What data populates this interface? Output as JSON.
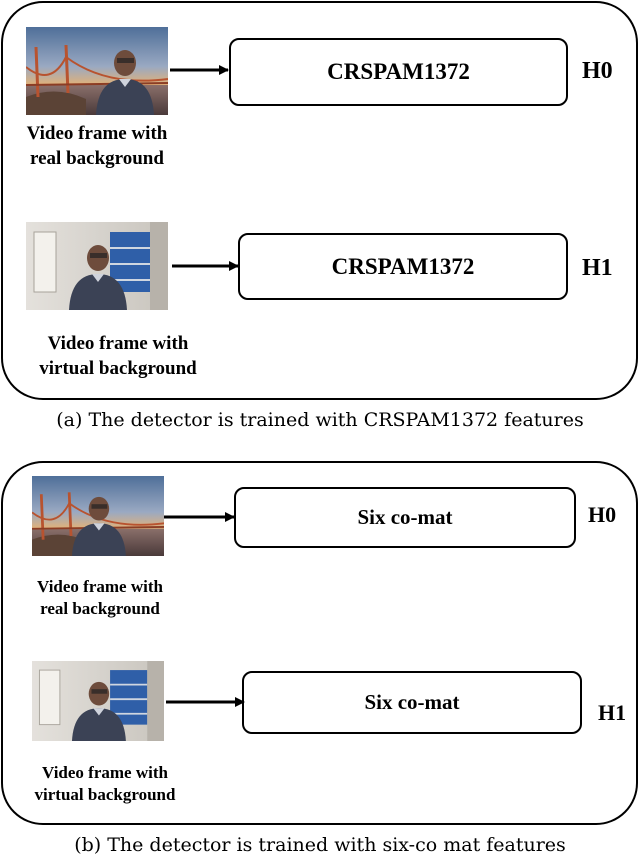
{
  "panel_a": {
    "caption": "(a) The detector is trained with CRSPAM1372 features",
    "real_frame_label": "Video frame with\nreal background",
    "virtual_frame_label": "Video frame with\nvirtual background",
    "real_feature": "CRSPAM1372",
    "virtual_feature": "CRSPAM1372",
    "real_hypothesis": "H0",
    "virtual_hypothesis": "H1"
  },
  "panel_b": {
    "caption": "(b) The detector is trained with six-co mat features",
    "real_frame_label": "Video frame with\nreal background",
    "virtual_frame_label": "Video frame with\nvirtual background",
    "real_feature": "Six co-mat",
    "virtual_feature": "Six co-mat",
    "real_hypothesis": "H0",
    "virtual_hypothesis": "H1"
  },
  "colors": {
    "sky_top": "#5f7fa6",
    "sunset": "#e9a25a",
    "bridge": "#b8532f",
    "room_wall": "#dcd8d2",
    "shelf_blue": "#2f5fa8",
    "shirt": "#3b4255"
  }
}
